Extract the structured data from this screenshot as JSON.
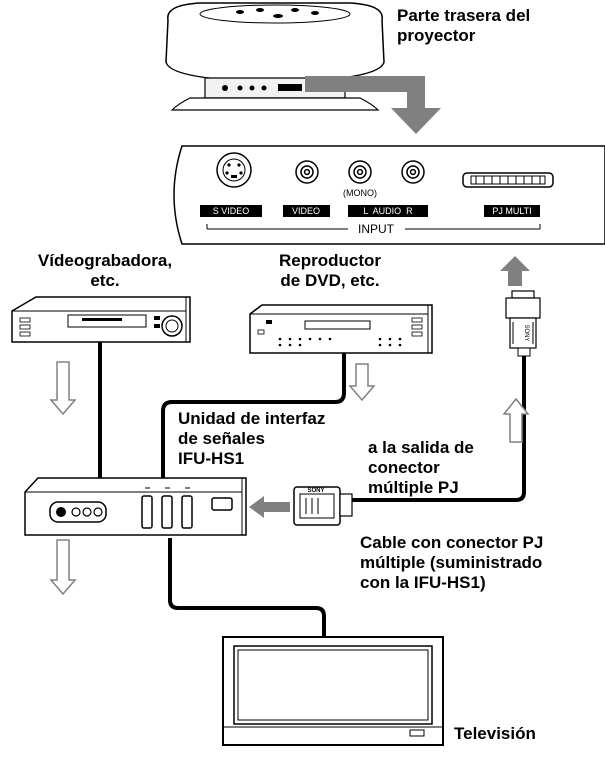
{
  "labels": {
    "projector_rear": "Parte trasera del\nproyector",
    "vcr": "Vídeograbadora,\netc.",
    "dvd": "Reproductor\nde DVD, etc.",
    "interface_unit": "Unidad de interfaz\nde señales\nIFU-HS1",
    "pj_output": "a la salida de\nconector\nmúltiple PJ",
    "cable": "Cable con conector PJ\nmúltiple (suministrado\ncon la IFU-HS1)",
    "tv": "Televisión"
  },
  "panel": {
    "s_video": "S VIDEO",
    "video": "VIDEO",
    "audio": "L  AUDIO  R",
    "mono": "(MONO)",
    "pj_multi": "PJ MULTI",
    "input": "INPUT"
  },
  "brand": "SONY"
}
